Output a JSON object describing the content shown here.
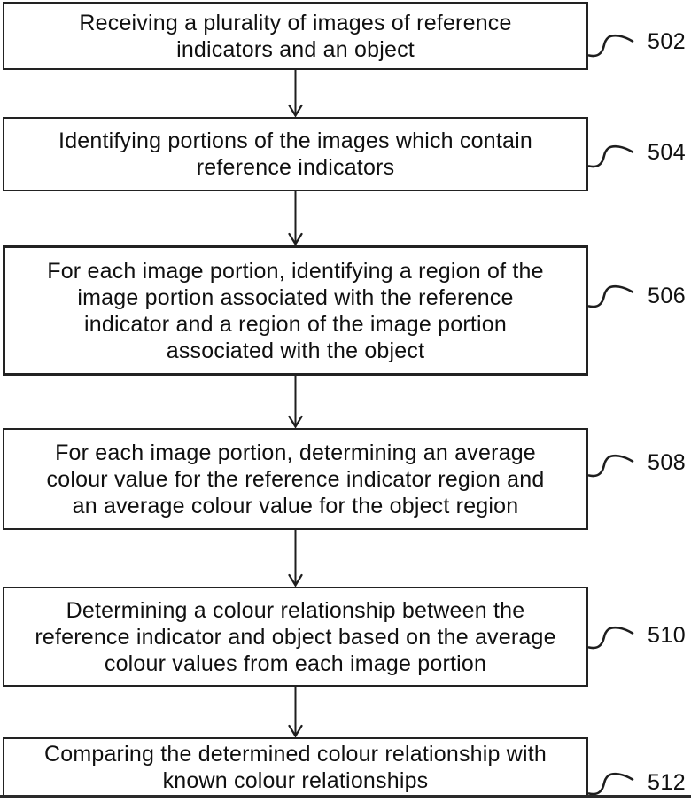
{
  "figure": {
    "kind": "patent-flowchart",
    "colors": {
      "ink": "#1e1e1e",
      "text": "#101010",
      "background": "#ffffff"
    },
    "steps": [
      {
        "ref": "502",
        "lines": [
          "Receiving a plurality of images of reference",
          "indicators and an object"
        ]
      },
      {
        "ref": "504",
        "lines": [
          "Identifying portions of the images which contain",
          "reference indicators"
        ]
      },
      {
        "ref": "506",
        "lines": [
          "For each image portion, identifying a region of the",
          "image portion associated with the reference",
          "indicator and a region of the image portion",
          "associated with the object"
        ]
      },
      {
        "ref": "508",
        "lines": [
          "For each image portion, determining an average",
          "colour value for the reference indicator region and",
          "an average colour value for the object region"
        ]
      },
      {
        "ref": "510",
        "lines": [
          "Determining a colour relationship between the",
          "reference indicator and object based on the average",
          "colour values from each image portion"
        ]
      },
      {
        "ref": "512",
        "lines": [
          "Comparing the determined colour relationship with",
          "known colour relationships"
        ]
      }
    ]
  }
}
